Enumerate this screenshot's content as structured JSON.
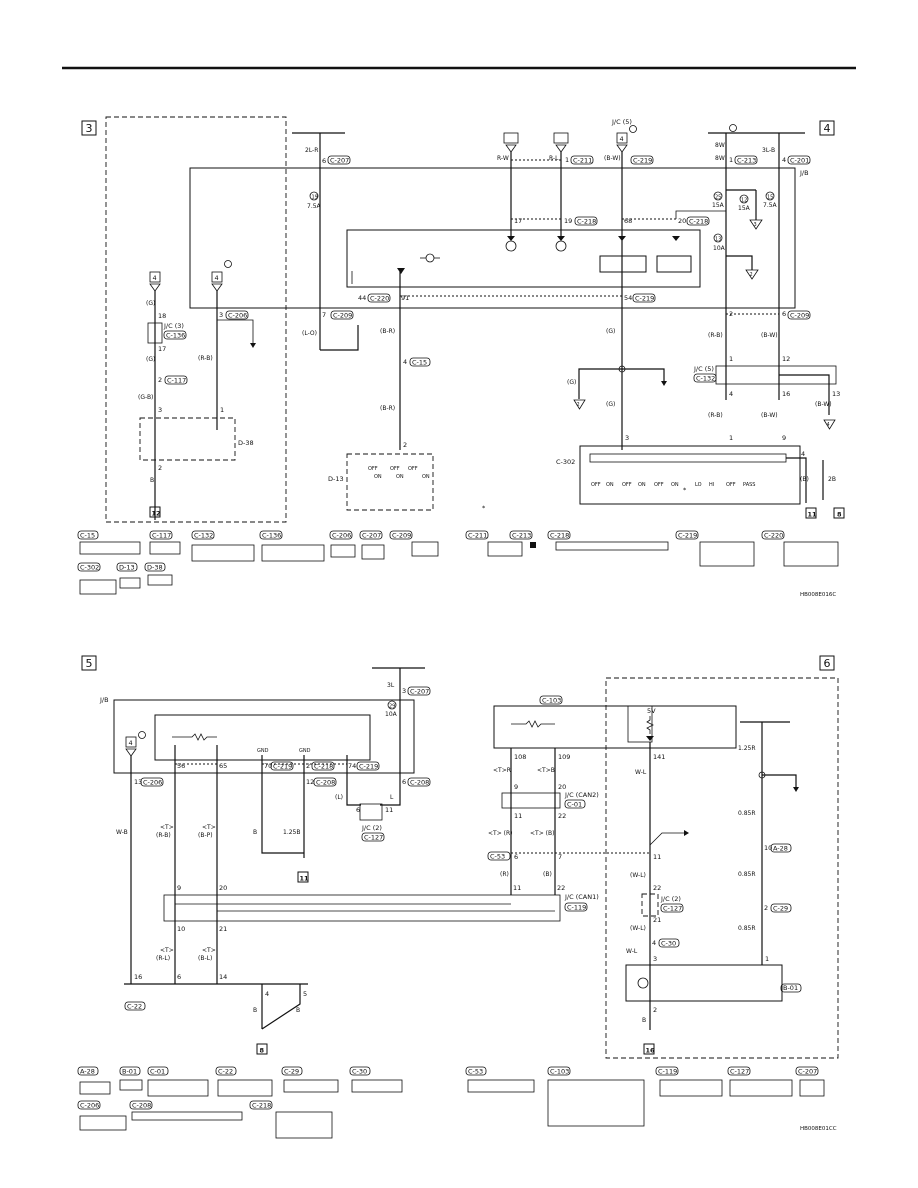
{
  "doc_codes": {
    "top": "HB008E016C",
    "bottom": "HB008E01CC"
  },
  "sheet_markers": {
    "s3": "3",
    "s4": "4",
    "s5": "5",
    "s6": "6"
  },
  "top": {
    "jc5": "J/C (5)",
    "wire_2lr": "2L-R",
    "wire_8w_a": "8W",
    "wire_8w_b": "8W",
    "wire_3lb": "3L-B",
    "wire_rw": "R-W",
    "wire_rl": "R-L",
    "wire_bw": "(B-W)",
    "fuse_19": "19",
    "fuse_19_amp": "7.5A",
    "fuse_25": "25",
    "fuse_25_amp": "15A",
    "fuse_12": "12",
    "fuse_12_amp": "15A",
    "fuse_15": "15",
    "fuse_15_amp": "7.5A",
    "fuse_13": "13",
    "fuse_13_amp": "10A",
    "jb": "J/B",
    "c207_pin": "6",
    "c207": "C-207",
    "c211_pin": "1",
    "c211": "C-211",
    "c219_pin_top": "4",
    "c219": "C-219",
    "c213_pin": "1",
    "c213": "C-213",
    "c201_pin": "4",
    "c201": "C-201",
    "pin_17": "17",
    "pin_19": "19",
    "c218": "C-218",
    "pin_68": "68",
    "pin_20": "20",
    "c218b": "C-218",
    "pin_44": "44",
    "c220": "C-220",
    "pin_91": "91",
    "pin_54": "54",
    "c219b": "C-219",
    "pin_7": "7",
    "c209": "C-209",
    "pin_2": "2",
    "pin_6": "6",
    "c209b": "C-209",
    "pin_3": "3",
    "c206": "C-206",
    "jc3": "J/C (3)",
    "c136": "C-136",
    "pin_18": "18",
    "pin_17b": "17",
    "c117_pin": "2",
    "c117": "C-117",
    "c15_pin": "4",
    "c15": "C-15",
    "wire_g1": "(G)",
    "wire_g2": "(G)",
    "wire_gb": "(G-B)",
    "wire_rb": "(R-B)",
    "wire_lo": "(L-O)",
    "wire_br": "(B-R)",
    "wire_br2": "(B-R)",
    "wire_g3": "(G)",
    "wire_g4": "(G)",
    "wire_g5": "(G)",
    "wire_rb2": "(R-B)",
    "wire_bw2": "(B-W)",
    "wire_rb3": "(R-B)",
    "wire_bw3": "(B-W)",
    "wire_bw4": "(B-W)",
    "jc5b": "J/C (5)",
    "c132": "C-132",
    "pin_1": "1",
    "pin_12": "12",
    "pin_4": "4",
    "pin_16": "16",
    "pin_13": "13",
    "d38": "D-38",
    "d38_p3": "3",
    "d38_p1": "1",
    "d38_p2": "2",
    "wire_b": "B",
    "d13": "D-13",
    "d13_p2": "2",
    "c302": "C-302",
    "c302_p3": "3",
    "c302_p1": "1",
    "c302_p9": "9",
    "c302_p4": "4",
    "wire_b2": "(B)",
    "wire_2b": "2B",
    "gnd_12": "12",
    "gnd_11": "11",
    "gnd_8": "8",
    "sw_off1": "OFF",
    "sw_on1": "ON",
    "sw_off2": "OFF",
    "sw_on2": "ON",
    "sw_off3": "OFF",
    "sw_on3": "ON",
    "sw_lo": "LO",
    "sw_hi": "HI",
    "sw_off4": "OFF",
    "sw_pass": "PASS",
    "d13_off1": "OFF",
    "d13_on1": "ON",
    "d13_off2": "OFF",
    "d13_on2": "ON",
    "d13_off3": "OFF",
    "d13_on3": "ON",
    "star": "*",
    "conn_legend": [
      "C-15",
      "C-117",
      "C-132",
      "C-136",
      "C-206",
      "C-207",
      "C-209",
      "C-302",
      "D-13",
      "D-38",
      "C-211",
      "C-213",
      "C-218",
      "C-219",
      "C-220"
    ]
  },
  "bottom": {
    "wire_3l": "3L",
    "c207_pin": "3",
    "c207": "C-207",
    "jb": "J/B",
    "fuse_29": "29",
    "fuse_29_amp": "10A",
    "pin_13": "13",
    "c206": "C-206",
    "pin_56": "56",
    "pin_65": "65",
    "gnd_a": "GND",
    "gnd_b": "GND",
    "pin_70": "70",
    "c219": "C-219",
    "pin_2": "2",
    "c218": "C-218",
    "pin_74": "74",
    "c219b": "C-219",
    "pin_12": "12",
    "c208": "C-208",
    "pin_6": "6",
    "c208b": "C-208",
    "wire_wb": "W-B",
    "wire_t1a": "<T>",
    "wire_rb": "(R-B)",
    "wire_t1b": "<T>",
    "wire_bp": "(B-P)",
    "wire_b": "B",
    "wire_125b": "1.25B",
    "wire_l": "(L)",
    "wire_l2": "L",
    "jc2": "J/C (2)",
    "c127": "C-127",
    "jc2_p6": "6",
    "jc2_p11": "11",
    "gnd_11": "11",
    "pin_9": "9",
    "pin_20": "20",
    "pin_10": "10",
    "pin_21": "21",
    "wire_t2a": "<T>",
    "wire_rl": "(R-L)",
    "wire_t2b": "<T>",
    "wire_bl": "(B-L)",
    "pin_16": "16",
    "pin_6b": "6",
    "pin_14": "14",
    "c22": "C-22",
    "pin_4": "4",
    "pin_5": "5",
    "wire_b2": "B",
    "wire_b3": "B",
    "gnd_8": "8",
    "c103": "C-103",
    "pin_108": "108",
    "pin_109": "109",
    "wire_tr": "<T>R",
    "wire_tb": "<T>B",
    "pin_9b": "9",
    "pin_20b": "20",
    "jc_can2": "J/C (CAN2)",
    "c01": "C-01",
    "pin_11": "11",
    "pin_22": "22",
    "wire_tr2": "<T> (R)",
    "wire_tb2": "<T> (B)",
    "c53": "C-53",
    "pin_6c": "6",
    "pin_7": "7",
    "wire_r": "(R)",
    "wire_b4": "(B)",
    "pin_11b": "11",
    "pin_22b": "22",
    "jc_can1": "J/C (CAN1)",
    "c119": "C-119",
    "v5": "5V",
    "pin_141": "141",
    "wire_wl": "W-L",
    "pin_11c": "11",
    "wire_wl2": "(W-L)",
    "pin_22c": "22",
    "jc2b": "J/C (2)",
    "c127b": "C-127",
    "pin_21b": "21",
    "wire_wl3": "(W-L)",
    "wire_wl4": "W-L",
    "pin_4b": "4",
    "c30": "C-30",
    "pin_3": "3",
    "pin_1": "1",
    "b01": "B-01",
    "pin_2b": "2",
    "wire_b5": "B",
    "gnd_16": "16",
    "wire_125r": "1.25R",
    "wire_085r_a": "0.85R",
    "wire_085r_b": "0.85R",
    "wire_085r_c": "0.85R",
    "a28_pin": "10",
    "a28": "A-28",
    "c29_pin": "2",
    "c29": "C-29",
    "conn_legend": [
      "A-28",
      "B-01",
      "C-01",
      "C-22",
      "C-29",
      "C-30",
      "C-206",
      "C-208",
      "C-218",
      "C-53",
      "C-103",
      "C-119",
      "C-127",
      "C-207"
    ]
  }
}
